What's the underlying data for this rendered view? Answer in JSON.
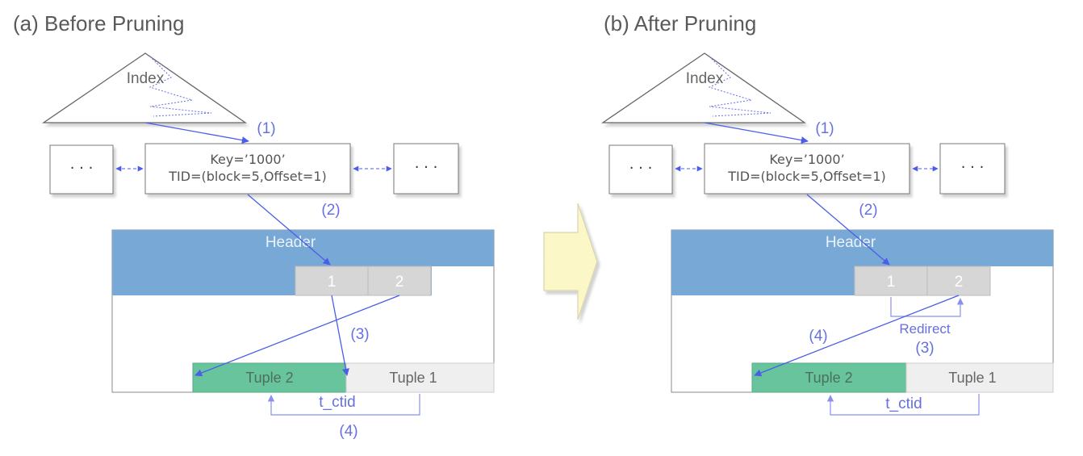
{
  "colors": {
    "arrow": "#4a5ee8",
    "annotation": "#6670e0",
    "header_fill": "#78a8d6",
    "header_text": "#eaf2fb",
    "slot_fill": "#d6d6d6",
    "tuple_live": "#68c49c",
    "tuple_dead": "#efefef",
    "transition_arrow": "#fbf7c6"
  },
  "left": {
    "title": "(a) Before Pruning",
    "index_label": "Index",
    "key_line": "Key=’1000’",
    "tid_line": "TID=(block=5,Offset=1)",
    "ellipsis_left": "· · ·",
    "ellipsis_right": "· · ·",
    "header_label": "Header",
    "slot1": "1",
    "slot2": "2",
    "tuple2": "Tuple  2",
    "tuple1": "Tuple 1",
    "ctid_label": "t_ctid",
    "step1": "(1)",
    "step2": "(2)",
    "step3": "(3)",
    "step4": "(4)"
  },
  "right": {
    "title": "(b) After Pruning",
    "index_label": "Index",
    "key_line": "Key=’1000’",
    "tid_line": "TID=(block=5,Offset=1)",
    "ellipsis_left": "· · ·",
    "ellipsis_right": "· · ·",
    "header_label": "Header",
    "slot1": "1",
    "slot2": "2",
    "redirect_label": "Redirect",
    "tuple2": "Tuple  2",
    "tuple1": "Tuple 1",
    "ctid_label": "t_ctid",
    "step1": "(1)",
    "step2": "(2)",
    "step3": "(3)",
    "step4": "(4)"
  }
}
